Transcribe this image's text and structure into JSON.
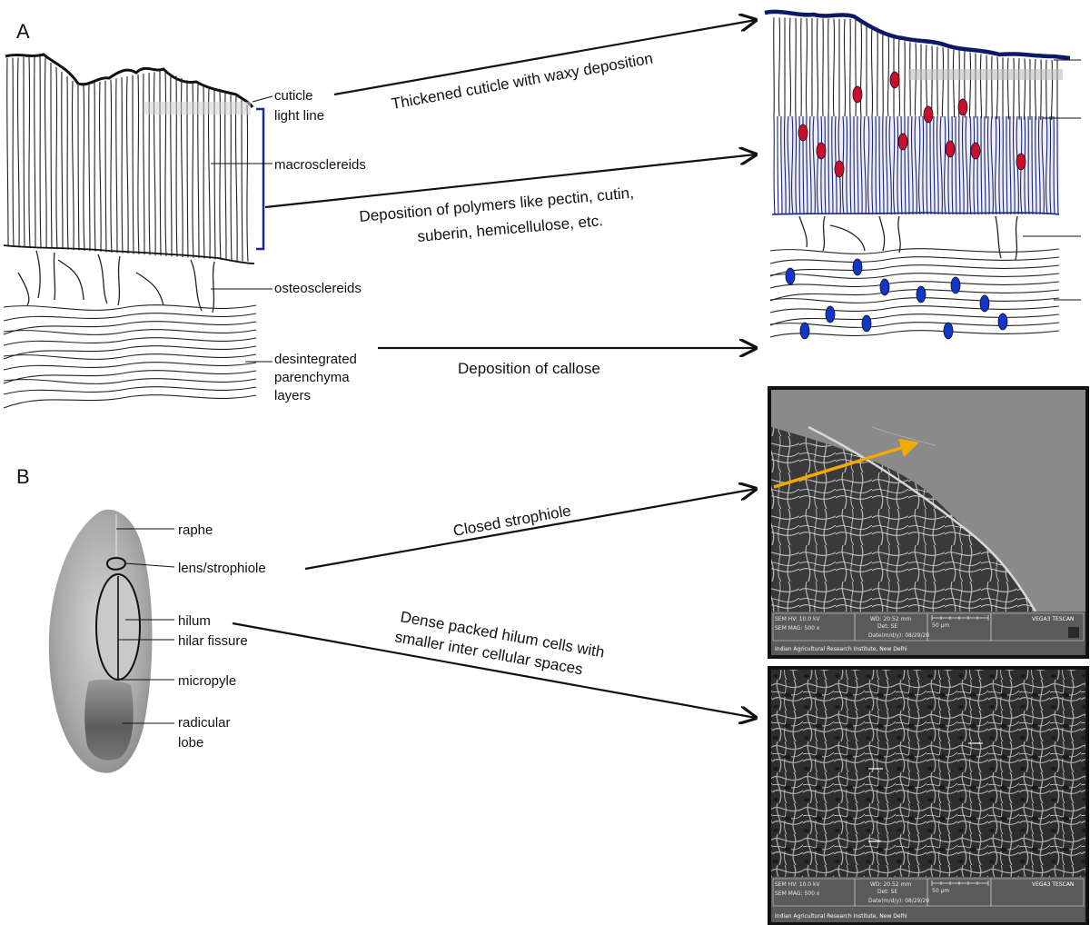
{
  "panels": {
    "a": "A",
    "b": "B"
  },
  "labels_a": {
    "cuticle": "cuticle",
    "light_line": "light line",
    "macrosclereids": "macrosclereids",
    "osteosclereids": "osteosclereids",
    "parenchyma_1": "desintegrated",
    "parenchyma_2": "parenchyma",
    "parenchyma_3": "layers"
  },
  "annotations_a": {
    "cuticle_change": "Thickened  cuticle  with  waxy deposition",
    "polymers_1": "Deposition  of  polymers like  pectin,  cutin,",
    "polymers_2": "suberin,  hemicellulose,  etc.",
    "callose": "Deposition  of  callose"
  },
  "labels_b": {
    "raphe": "raphe",
    "lens": "lens/strophiole",
    "hilum": "hilum",
    "hilar_fissure": "hilar fissure",
    "micropyle": "micropyle",
    "radicular_1": "radicular",
    "radicular_2": "lobe"
  },
  "annotations_b": {
    "strophiole": "Closed  strophiole",
    "hilum_1": "Dense  packed  hilum  cells  with",
    "hilum_2": "smaller  inter  cellular  spaces"
  },
  "sem": {
    "top": {
      "hv": "SEM HV: 10.0 kV",
      "wd": "WD: 20.52 mm",
      "mag": "SEM MAG: 500 x",
      "det": "Det: SE",
      "date": "Date(m/d/y): 08/29/20",
      "scale": "50 μm",
      "brand": "VEGA3 TESCAN",
      "institute": "Indian Agricultural Research Institute, New Delhi"
    },
    "bottom": {
      "hv": "SEM HV: 10.0 kV",
      "wd": "WD: 20.52 mm",
      "mag": "SEM MAG: 500 x",
      "det": "Det: SE",
      "date": "Date(m/d/y): 08/29/20",
      "scale": "50 μm",
      "brand": "VEGA3 TESCAN",
      "institute": "Indian Agricultural Research Institute, New Delhi"
    }
  },
  "colors": {
    "ink": "#111111",
    "cuticle_blue": "#0b1a66",
    "deposit_red": "#c8102e",
    "callose_blue": "#1035c8",
    "arrow_orange": "#f2a900",
    "bracket": "#1c2a8a"
  }
}
